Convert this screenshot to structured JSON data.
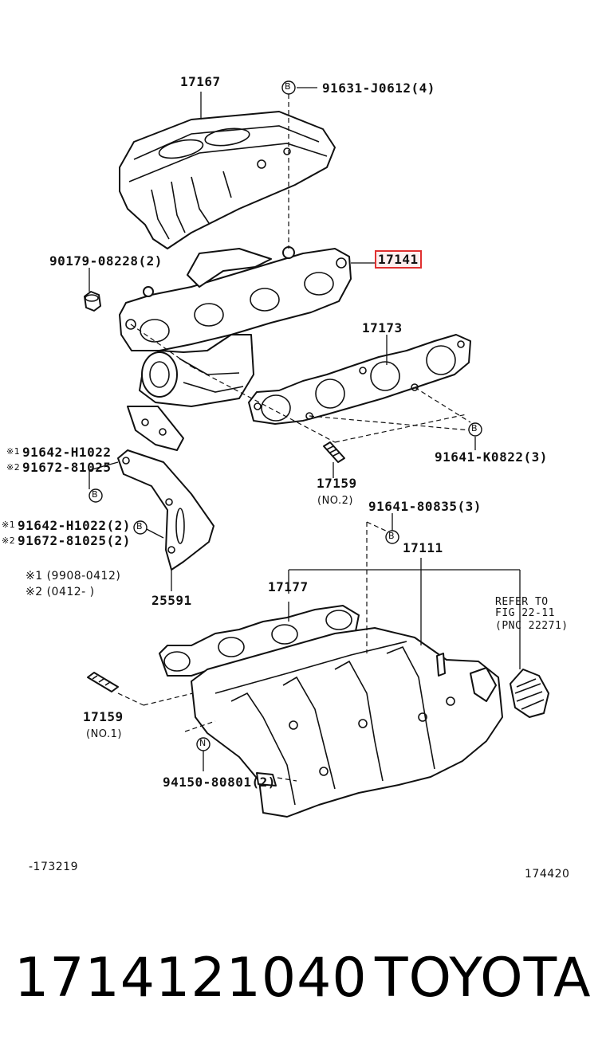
{
  "labels": {
    "p17167": "17167",
    "p91631": "91631-J0612(4)",
    "p90179": "90179-08228(2)",
    "p17141": "17141",
    "p17173": "17173",
    "mark_a1": "※1",
    "p91642_a": "91642-H1022",
    "mark_a2": "※2",
    "p91672_a": "91672-81025",
    "p91641k": "91641-K0822(3)",
    "p17159_top": "17159",
    "no2": "(NO.2)",
    "p91641_8": "91641-80835(3)",
    "mark_b1": "※1",
    "p91642_b": "91642-H1022(2)",
    "mark_b2": "※2",
    "p91672_b": "91672-81025(2)",
    "p17111": "17111",
    "note1": "※1 (9908-0412)",
    "note2": "※2 (0412-   )",
    "p25591": "25591",
    "p17177": "17177",
    "refer1": "REFER TO",
    "refer2": "FIG 22-11",
    "refer3": "(PNC 22271)",
    "p17159_bot": "17159",
    "no1": "(NO.1)",
    "p94150": "94150-80801(2)",
    "code_left": "-173219",
    "code_right": "174420"
  },
  "callouts": {
    "B": "B",
    "N": "N"
  },
  "footer": {
    "part_number": "1714121040",
    "brand": "TOYOTA"
  },
  "colors": {
    "highlight": "#e03030",
    "ink": "#111111"
  }
}
